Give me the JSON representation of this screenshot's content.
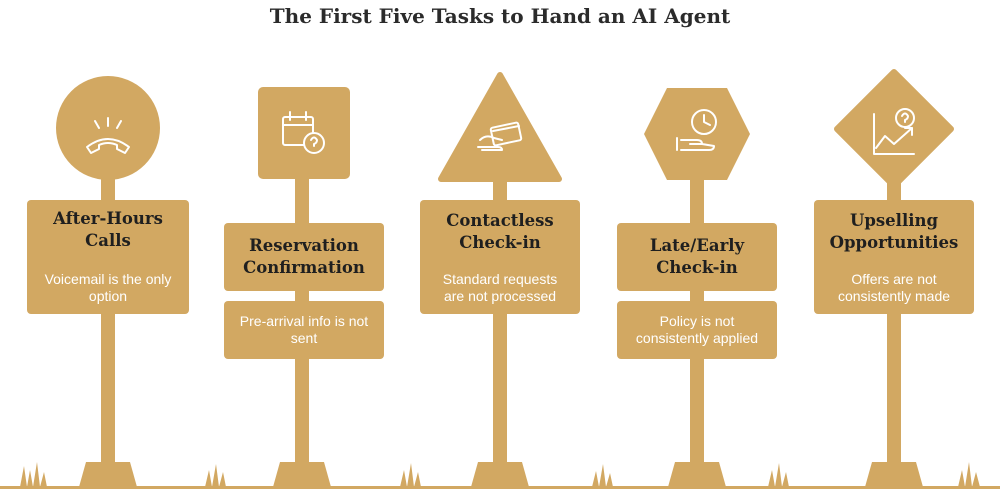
{
  "title": "The First Five Tasks to Hand an AI Agent",
  "colors": {
    "sign": "#d2a862",
    "line": "#ffffff",
    "grass": "#d2a862",
    "ground": "#d2a862"
  },
  "signs": [
    {
      "title": "After-Hours Calls",
      "desc": "Voicemail is the only option",
      "icon": "phone-ringing-icon"
    },
    {
      "title": "Reservation Confirmation",
      "desc": "Pre-arrival info is not sent",
      "icon": "calendar-question-icon"
    },
    {
      "title": "Contactless Check-in",
      "desc": "Standard requests are not processed",
      "icon": "card-payment-icon"
    },
    {
      "title": "Late/Early Check-in",
      "desc": "Policy is not consistently applied",
      "icon": "clock-hand-icon"
    },
    {
      "title": "Upselling Opportunities",
      "desc": "Offers are not consistently made",
      "icon": "chart-question-icon"
    }
  ]
}
